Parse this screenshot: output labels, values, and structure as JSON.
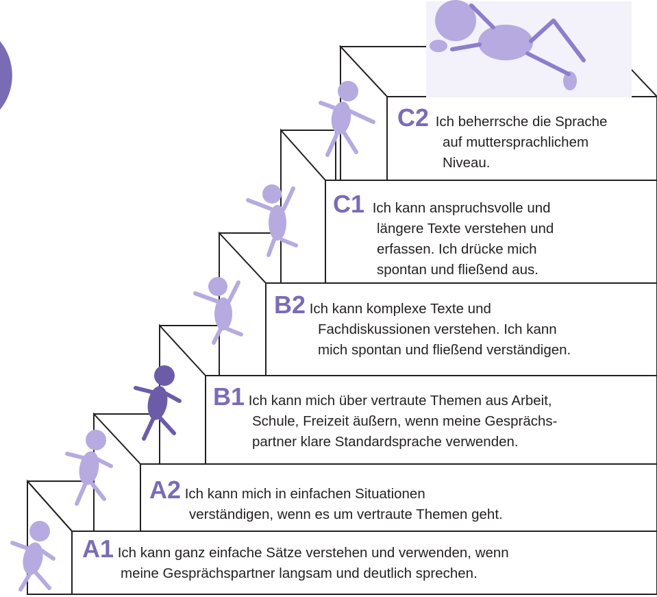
{
  "colors": {
    "accent": "#7b6bb5",
    "figure": "#b6aae0",
    "figure_dark": "#6c5ca8",
    "line": "#231f20",
    "text": "#231f20"
  },
  "levels": [
    {
      "code": "A1",
      "line1": "Ich kann ganz einfache Sätze verstehen und verwenden, wenn",
      "rest": [
        "meine Gesprächspartner langsam und deutlich sprechen."
      ]
    },
    {
      "code": "A2",
      "line1": "Ich kann mich in einfachen Situationen",
      "rest": [
        "verständigen, wenn es um vertraute Themen geht."
      ]
    },
    {
      "code": "B1",
      "line1": "Ich kann mich über vertraute Themen aus Arbeit,",
      "rest": [
        "Schule, Freizeit äußern, wenn meine Gesprächs-",
        "partner klare Standardsprache verwenden."
      ]
    },
    {
      "code": "B2",
      "line1": "Ich kann komplexe Texte und",
      "rest": [
        "Fachdiskussionen verstehen. Ich kann",
        "mich spontan und fließend verständigen."
      ]
    },
    {
      "code": "C1",
      "line1": "Ich kann anspruchsvolle und",
      "rest": [
        "längere Texte verstehen und",
        "erfassen. Ich drücke mich",
        "spontan und fließend aus."
      ]
    },
    {
      "code": "C2",
      "line1": "Ich beherrsche die Sprache",
      "rest": [
        "auf muttersprachlichem",
        "Niveau."
      ]
    }
  ],
  "figures": [
    {
      "name": "figure-climbing-a1",
      "pose": "run"
    },
    {
      "name": "figure-climbing-a2",
      "pose": "run"
    },
    {
      "name": "figure-climbing-b1",
      "pose": "run-dark"
    },
    {
      "name": "figure-climbing-b2",
      "pose": "jump"
    },
    {
      "name": "figure-climbing-c1",
      "pose": "jump"
    },
    {
      "name": "figure-climbing-c2",
      "pose": "run"
    },
    {
      "name": "figure-lying-top",
      "pose": "lying"
    }
  ]
}
